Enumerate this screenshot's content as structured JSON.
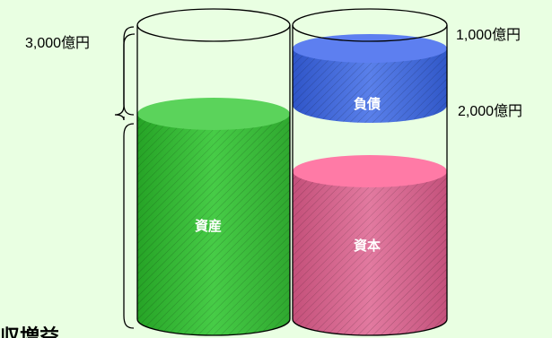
{
  "labels": {
    "left_top_amount": "3,000億円",
    "right_top_amount": "1,000億円",
    "right_mid_amount": "2,000億円"
  },
  "cylinders": {
    "assets": "資産",
    "liabilities": "負債",
    "capital": "資本"
  },
  "bottom_text": "収増益",
  "colors": {
    "background": "#e9ffe2",
    "assets": "#3fc23f",
    "liabilities": "#4a6ee0",
    "capital": "#d9648f",
    "outline": "#000000"
  }
}
